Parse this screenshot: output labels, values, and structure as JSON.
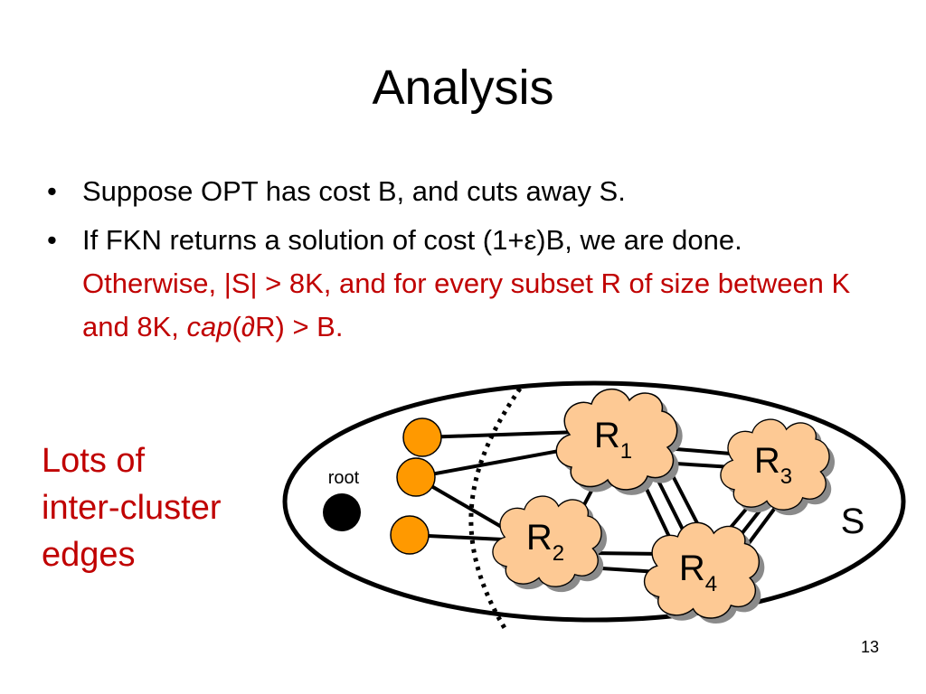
{
  "slide": {
    "title": "Analysis",
    "bullets": [
      {
        "marker": "•",
        "text": "Suppose OPT has cost B, and cuts away S."
      },
      {
        "marker": "•",
        "text_plain": "If FKN returns a solution of cost (1+ε)B, we are done.",
        "text_red_1": "Otherwise, |S| > 8K, and for every subset R of size between K and 8K,",
        "cap": "cap",
        "text_red_2": "(∂R) > B."
      }
    ],
    "side_note": [
      "Lots of",
      "inter-cluster",
      "edges"
    ],
    "page_number": "13"
  },
  "diagram": {
    "root_label": "root",
    "set_label": "S",
    "clusters": [
      {
        "id": "R1",
        "letter": "R",
        "sub": "1"
      },
      {
        "id": "R2",
        "letter": "R",
        "sub": "2"
      },
      {
        "id": "R3",
        "letter": "R",
        "sub": "3"
      },
      {
        "id": "R4",
        "letter": "R",
        "sub": "4"
      }
    ],
    "colors": {
      "cloud_fill": "#fdc994",
      "cloud_shadow": "#8a8a8a",
      "terminal_fill": "#ff9900",
      "root_fill": "#000000",
      "accent_red": "#c00000"
    }
  }
}
